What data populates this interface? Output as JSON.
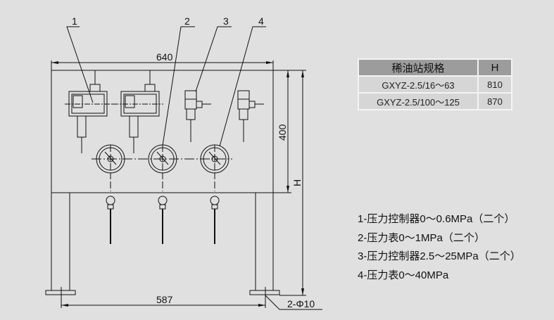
{
  "drawing": {
    "callouts": [
      "1",
      "2",
      "3",
      "4"
    ],
    "dimensions": {
      "width_top": "640",
      "height_panel": "400",
      "height_total": "H",
      "leg_spacing": "587",
      "holes": "2-Φ10"
    }
  },
  "spec_table": {
    "headers": [
      "稀油站规格",
      "H"
    ],
    "rows": [
      {
        "model": "GXYZ-2.5/16～63",
        "h": "810"
      },
      {
        "model": "GXYZ-2.5/100～125",
        "h": "870"
      }
    ]
  },
  "legend": [
    "1-压力控制器0～0.6MPa（二个）",
    "2-压力表0～1MPa（二个）",
    "3-压力控制器2.5～25MPa（二个）",
    "4-压力表0～40MPa"
  ]
}
